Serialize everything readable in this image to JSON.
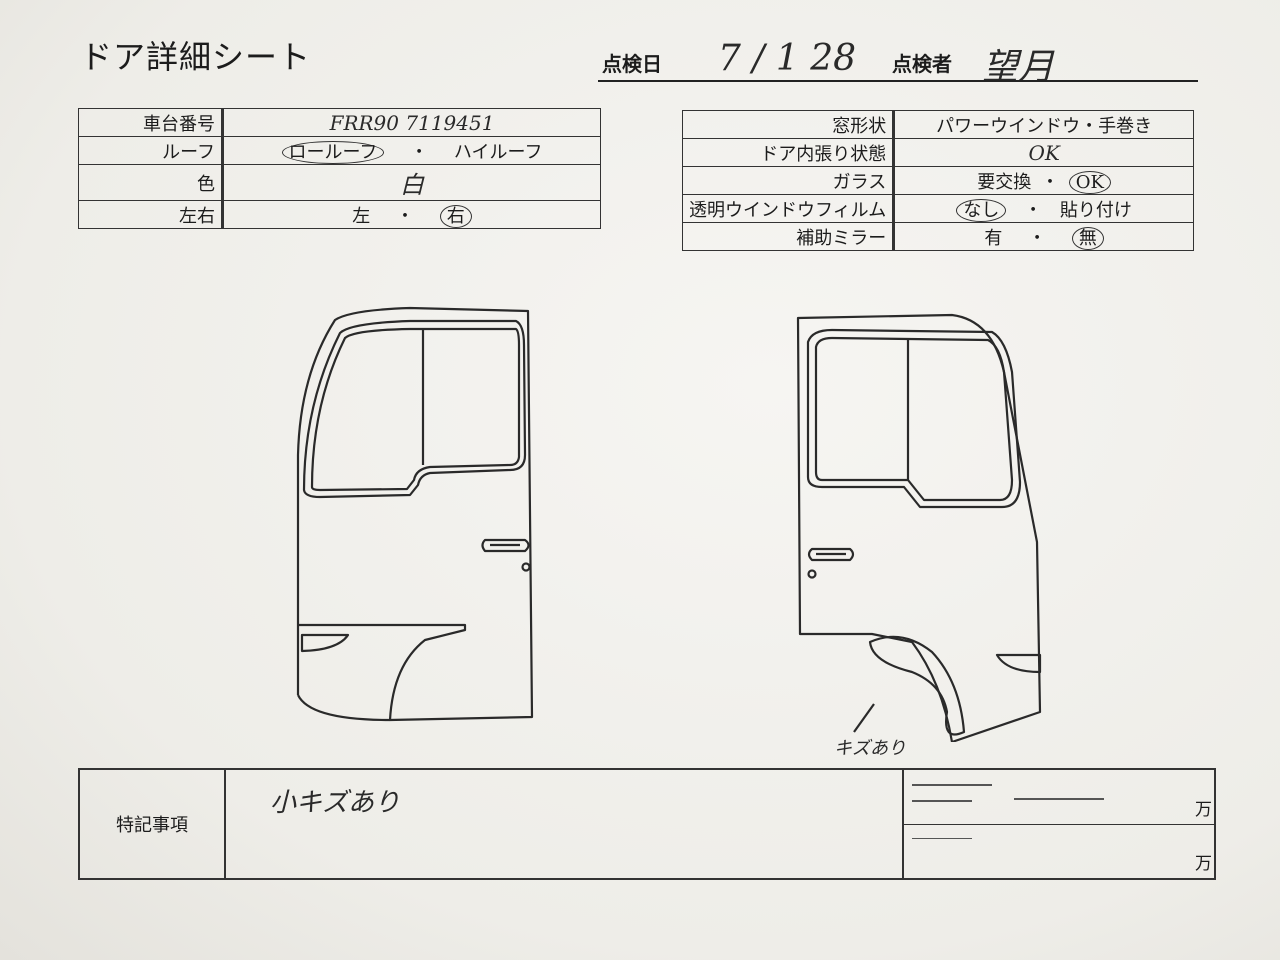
{
  "title": "ドア詳細シート",
  "header": {
    "date_label": "点検日",
    "date_value": "7 / 1   28",
    "inspector_label": "点検者",
    "inspector_value": "望月"
  },
  "left_table": {
    "rows": [
      {
        "label": "車台番号",
        "value": "FRR90 7119451"
      },
      {
        "label": "ルーフ",
        "opt1": "ロールーフ",
        "sep": "・",
        "opt2": "ハイルーフ"
      },
      {
        "label": "色",
        "value": "白"
      },
      {
        "label": "左右",
        "opt1": "左",
        "sep": "・",
        "opt2": "右"
      }
    ]
  },
  "right_table": {
    "rows": [
      {
        "label": "窓形状",
        "value": "パワーウインドウ・手巻き"
      },
      {
        "label": "ドア内張り状態",
        "value": "OK"
      },
      {
        "label": "ガラス",
        "opt1": "要交換",
        "sep": "・",
        "opt2": "OK"
      },
      {
        "label": "透明ウインドウフィルム",
        "opt1": "なし",
        "sep": "・",
        "opt2": "貼り付け"
      },
      {
        "label": "補助ミラー",
        "opt1": "有",
        "sep": "・",
        "opt2": "無"
      }
    ]
  },
  "diagram": {
    "damage_note": "キズあり"
  },
  "notes": {
    "label": "特記事項",
    "text": "小キズあり",
    "unit1": "万",
    "unit2": "万"
  }
}
